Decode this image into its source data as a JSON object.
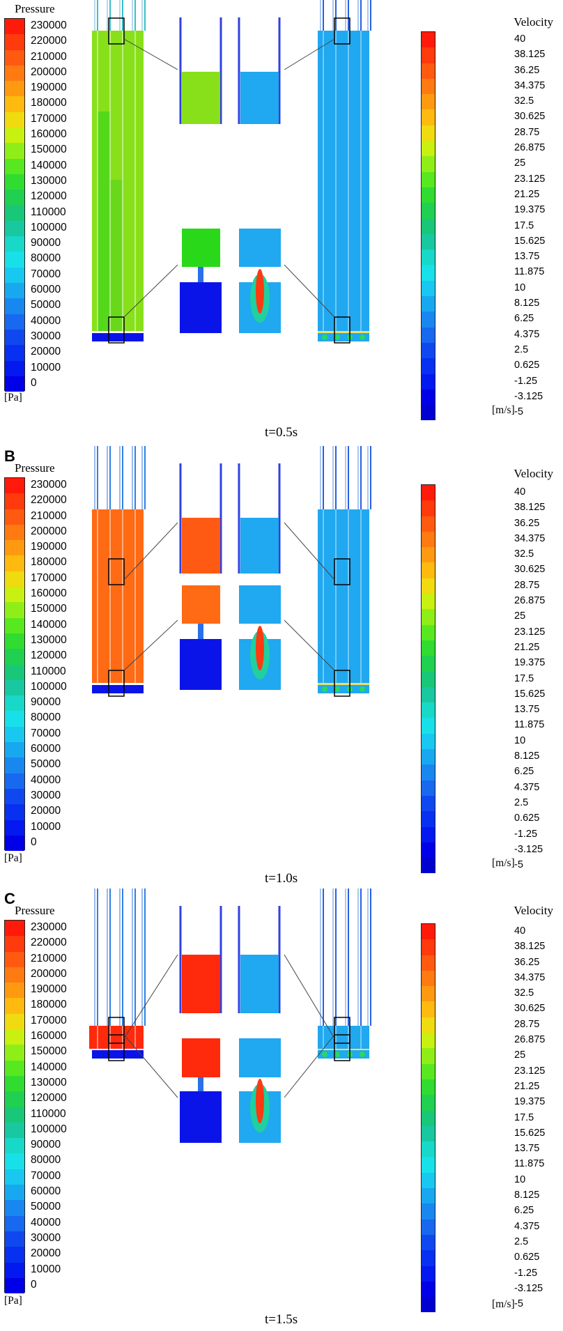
{
  "pressure_scale": {
    "title": "Pressure",
    "unit": "[Pa]",
    "labels": [
      "230000",
      "220000",
      "210000",
      "200000",
      "190000",
      "180000",
      "170000",
      "160000",
      "150000",
      "140000",
      "130000",
      "120000",
      "110000",
      "100000",
      "90000",
      "80000",
      "70000",
      "60000",
      "50000",
      "40000",
      "30000",
      "20000",
      "10000",
      "0"
    ],
    "colors": [
      "#ff1a0a",
      "#ff3a0c",
      "#ff5a10",
      "#ff7a10",
      "#ff9a10",
      "#ffba10",
      "#f0da10",
      "#c8f010",
      "#90ee18",
      "#58e820",
      "#30dc30",
      "#20d050",
      "#18c878",
      "#18c8a0",
      "#18d8c8",
      "#18e0e8",
      "#18c8f0",
      "#18a8f0",
      "#1888f0",
      "#1868f0",
      "#1048f0",
      "#0830f0",
      "#0418f0",
      "#0000e8"
    ]
  },
  "velocity_scale": {
    "title": "Velocity",
    "unit": "[m/s]",
    "labels": [
      "40",
      "38.125",
      "36.25",
      "34.375",
      "32.5",
      "30.625",
      "28.75",
      "26.875",
      "25",
      "23.125",
      "21.25",
      "19.375",
      "17.5",
      "15.625",
      "13.75",
      "11.875",
      "10",
      "8.125",
      "6.25",
      "4.375",
      "2.5",
      "0.625",
      "-1.25",
      "-3.125",
      "-5"
    ],
    "colors": [
      "#ff1a0a",
      "#ff3a0c",
      "#ff5a10",
      "#ff7a10",
      "#ff9a10",
      "#ffba10",
      "#f0da10",
      "#c8f010",
      "#90ee18",
      "#58e820",
      "#30dc30",
      "#20d050",
      "#18c878",
      "#18c8a0",
      "#18d8c8",
      "#18e0e8",
      "#18c8f0",
      "#18a8f0",
      "#1888f0",
      "#1868f0",
      "#1048f0",
      "#0830f0",
      "#0418f0",
      "#0000e8",
      "#0000d0"
    ]
  },
  "panels": [
    {
      "letter": "",
      "time_label": "t=0.5s",
      "pressure_fill": "#88e01a",
      "upper_fill": "#88e01a",
      "lower_fill": "#2ad81a"
    },
    {
      "letter": "B",
      "time_label": "t=1.0s",
      "pressure_fill": "#ff6a14",
      "upper_fill": "#ff5a14",
      "lower_fill": "#ff6a14"
    },
    {
      "letter": "C",
      "time_label": "t=1.5s",
      "pressure_fill": "#ff2a0c",
      "upper_fill": "#ff2a0c",
      "lower_fill": "#ff2a0c"
    }
  ],
  "colors": {
    "velocity_fill": "#20a8f0",
    "low_pressure": "#0a14e8"
  }
}
